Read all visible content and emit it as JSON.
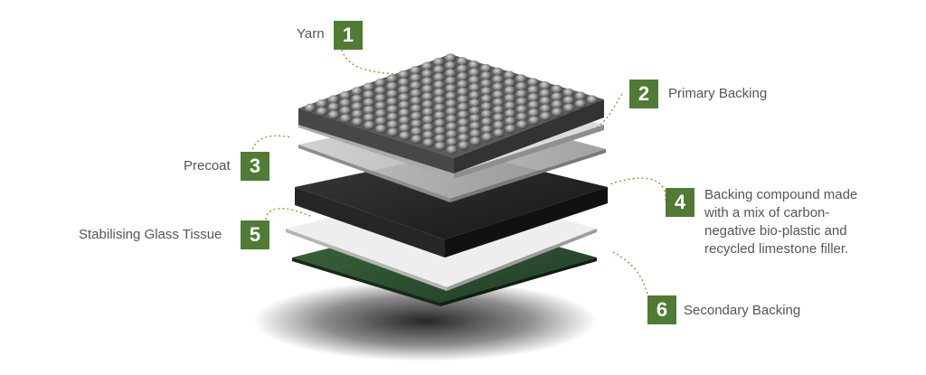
{
  "colors": {
    "badge": "#4f7b35",
    "leader_line": "#a88b3c",
    "label_text": "#555555"
  },
  "layers": [
    {
      "number": "1",
      "label": "Yarn"
    },
    {
      "number": "2",
      "label": "Primary Backing"
    },
    {
      "number": "3",
      "label": "Precoat"
    },
    {
      "number": "4",
      "label_lines": [
        "Backing compound made",
        "with a mix of carbon-",
        "negative bio-plastic and",
        "recycled limestone filler."
      ]
    },
    {
      "number": "5",
      "label": "Stabilising Glass Tissue"
    },
    {
      "number": "6",
      "label": "Secondary Backing"
    }
  ]
}
